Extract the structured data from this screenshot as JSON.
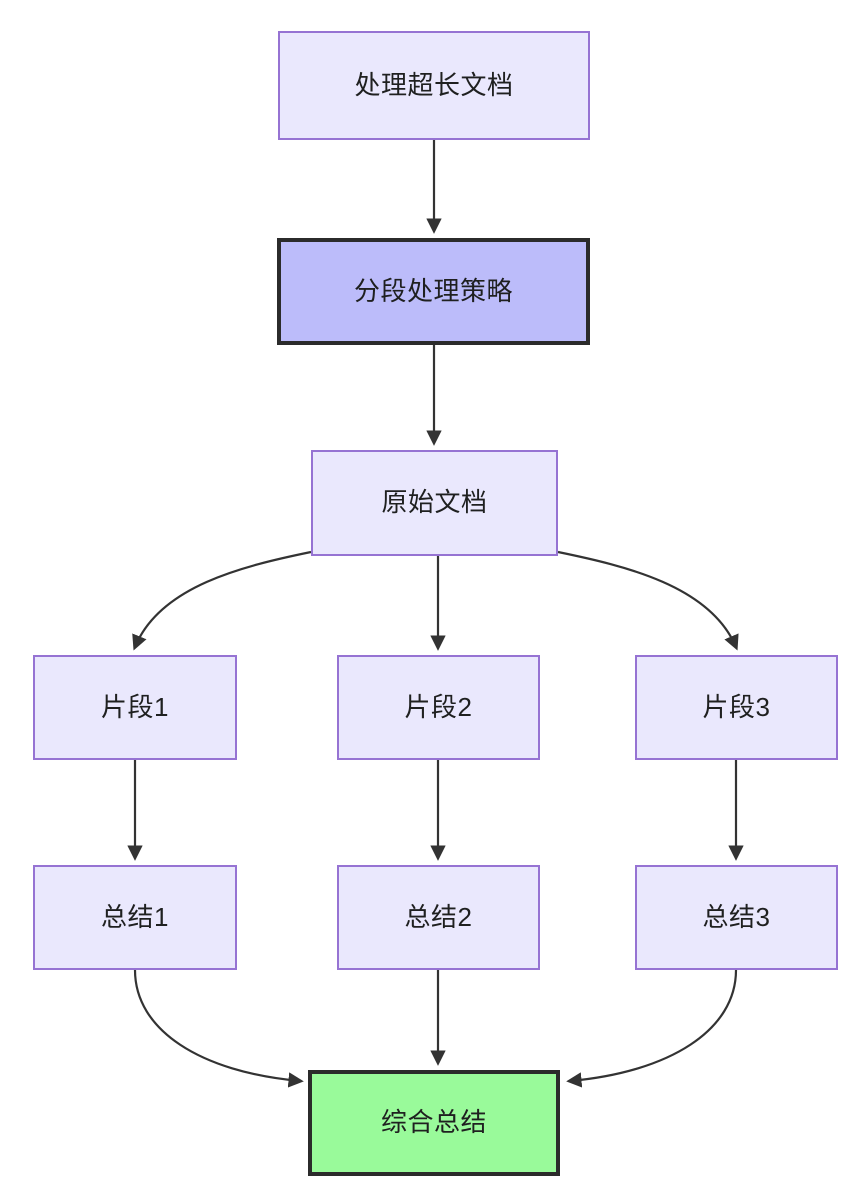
{
  "diagram": {
    "type": "flowchart",
    "direction": "top-to-bottom",
    "background_color": "#ffffff",
    "palette": {
      "node_fill": "#eae8fd",
      "node_border": "#9673d3",
      "highlight_fill": "#bcbcfa",
      "highlight_border": "#2b2b2b",
      "final_fill": "#99fa9a",
      "final_border": "#2b2b2b",
      "edge_color": "#333333",
      "text_color": "#1f2020"
    },
    "nodes": [
      {
        "id": "doc",
        "label": "处理超长文档",
        "style": "plain"
      },
      {
        "id": "strategy",
        "label": "分段处理策略",
        "style": "highlight"
      },
      {
        "id": "source",
        "label": "原始文档",
        "style": "plain"
      },
      {
        "id": "chunk1",
        "label": "片段1",
        "style": "plain"
      },
      {
        "id": "chunk2",
        "label": "片段2",
        "style": "plain"
      },
      {
        "id": "chunk3",
        "label": "片段3",
        "style": "plain"
      },
      {
        "id": "summary1",
        "label": "总结1",
        "style": "plain"
      },
      {
        "id": "summary2",
        "label": "总结2",
        "style": "plain"
      },
      {
        "id": "summary3",
        "label": "总结3",
        "style": "plain"
      },
      {
        "id": "final",
        "label": "综合总结",
        "style": "final"
      }
    ],
    "edges": [
      {
        "from": "doc",
        "to": "strategy",
        "shape": "straight"
      },
      {
        "from": "strategy",
        "to": "source",
        "shape": "straight"
      },
      {
        "from": "source",
        "to": "chunk1",
        "shape": "curve-left"
      },
      {
        "from": "source",
        "to": "chunk2",
        "shape": "straight"
      },
      {
        "from": "source",
        "to": "chunk3",
        "shape": "curve-right"
      },
      {
        "from": "chunk1",
        "to": "summary1",
        "shape": "straight"
      },
      {
        "from": "chunk2",
        "to": "summary2",
        "shape": "straight"
      },
      {
        "from": "chunk3",
        "to": "summary3",
        "shape": "straight"
      },
      {
        "from": "summary1",
        "to": "final",
        "shape": "curve-right"
      },
      {
        "from": "summary2",
        "to": "final",
        "shape": "straight"
      },
      {
        "from": "summary3",
        "to": "final",
        "shape": "curve-left"
      }
    ]
  }
}
